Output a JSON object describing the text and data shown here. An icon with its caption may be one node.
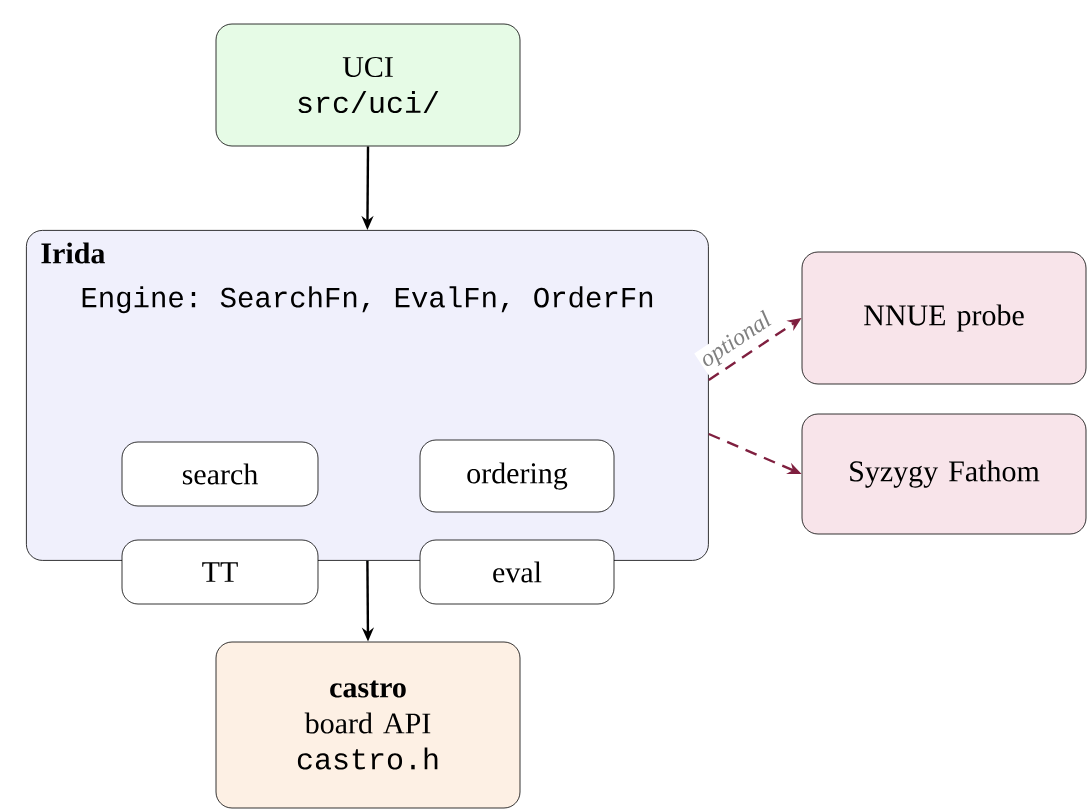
{
  "diagram": {
    "nodes": [
      {
        "text": [
          "UCI",
          "src/uci/"
        ]
      },
      {
        "text": [
          "Irida",
          "Engine: SearchFn, EvalFn, OrderFn"
        ]
      },
      {
        "text": [
          "search"
        ],
        "in": 1
      },
      {
        "text": [
          "ordering"
        ],
        "in": 1
      },
      {
        "text": [
          "TT"
        ]
      },
      {
        "text": [
          "eval"
        ]
      },
      {
        "text": [
          "NNUE probe"
        ]
      },
      {
        "text": [
          "Syzygy Fathom"
        ]
      },
      {
        "text": [
          "castro",
          "board API",
          "castro.h"
        ]
      }
    ],
    "edges": [
      {
        "from": 0,
        "to": 1,
        "arrow": "to"
      },
      {
        "from": 1,
        "to": 8,
        "arrow": "to"
      },
      {
        "from": 1,
        "to": 6,
        "arrow": "to",
        "style": "dashed",
        "color": "#7f1f3f",
        "label": "optional"
      },
      {
        "from": 1,
        "to": 7,
        "arrow": "to",
        "style": "dashed",
        "color": "#7f1f3f"
      }
    ]
  }
}
